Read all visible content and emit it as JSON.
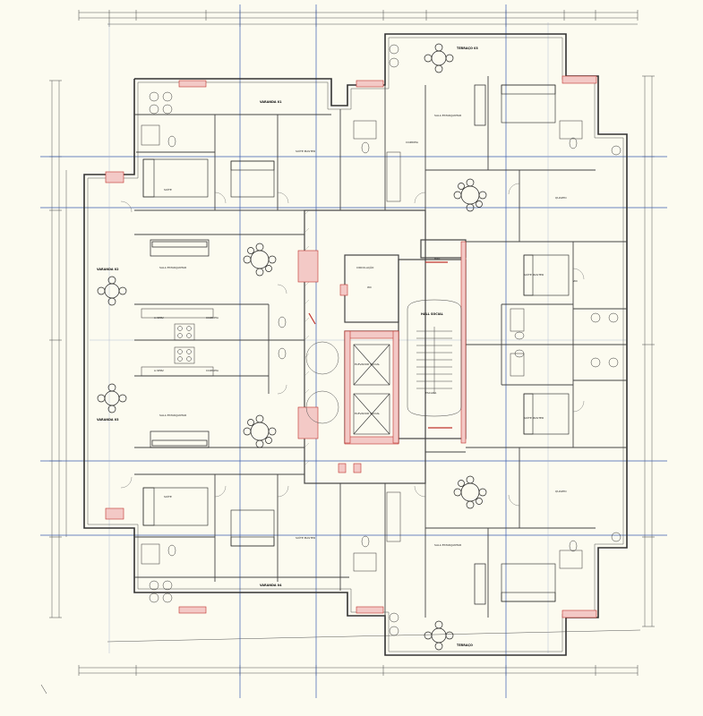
{
  "drawing": {
    "rooms": {
      "terraco_top": "TERRAÇO 03",
      "varanda_1": "VARANDA 01",
      "varanda_2": "VARANDA 02",
      "varanda_3": "VARANDA 03",
      "varanda_4": "VARANDA 04",
      "sala_estar_1": "SALA ESTAR/JANTAR",
      "sala_estar_2": "SALA ESTAR/JANTAR",
      "sala_estar_3": "SALA ESTAR/JANTAR",
      "sala_estar_4": "SALA ESTAR/JANTAR",
      "suite_1": "SUÍTE",
      "suite_2": "SUÍTE",
      "suite_master_1": "SUÍTE MASTER",
      "suite_master_2": "SUÍTE MASTER",
      "suite_master_3": "SUÍTE MASTER",
      "suite_master_4": "SUÍTE MASTER",
      "cozinha_1": "COZINHA",
      "cozinha_2": "COZINHA",
      "cozinha_3": "COZINHA",
      "area_servico_1": "A.SERV.",
      "area_servico_2": "A.SERV.",
      "quarto_1": "QUARTO",
      "quarto_2": "QUARTO",
      "hall": "HALL SOCIAL",
      "escada": "ESCADA",
      "elevador_1": "ELEVADOR SOCIAL",
      "elevador_2": "ELEVADOR SOCIAL",
      "circulacao": "CIRCULAÇÃO",
      "wc_1": "WC",
      "wc_2": "WC",
      "bwc": "BWC",
      "terraco_bottom": "TERRAÇO"
    }
  }
}
